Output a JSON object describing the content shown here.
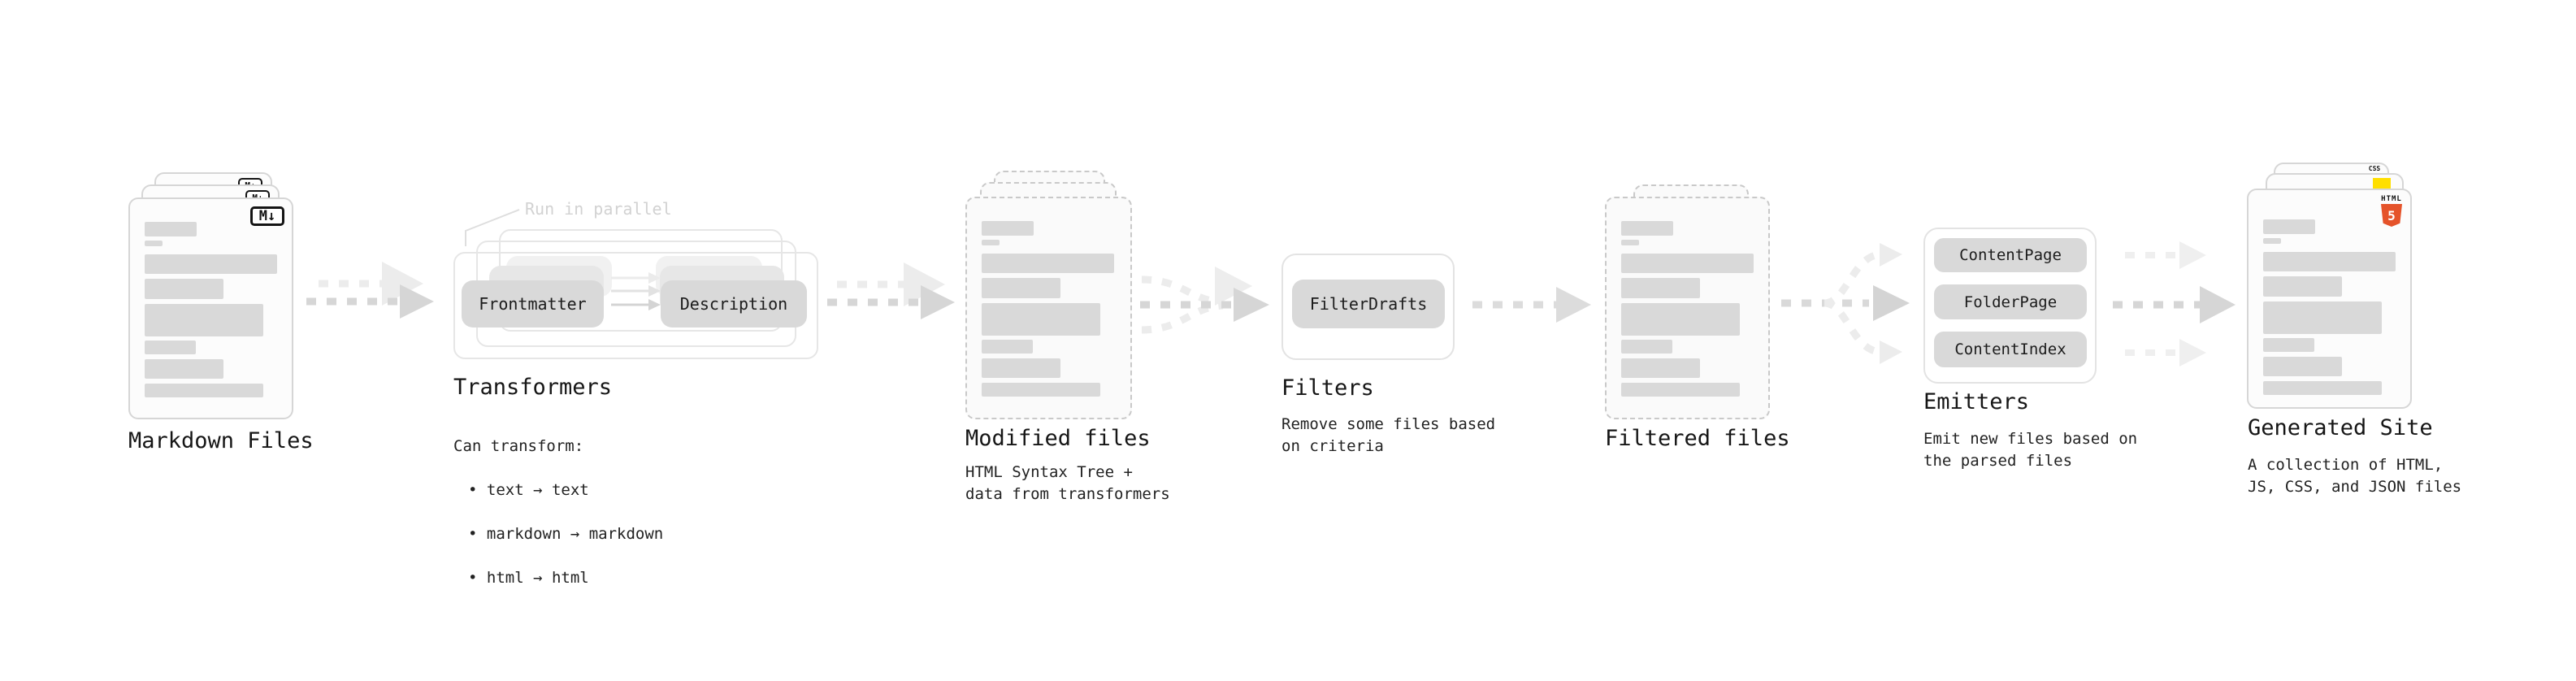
{
  "diagram": {
    "markdown_files": {
      "title": "Markdown Files",
      "badge": "M↓"
    },
    "transformers": {
      "title": "Transformers",
      "note": "Run in parallel",
      "pill_from": "Frontmatter",
      "pill_to": "Description",
      "subtitle": "Can transform:",
      "bullets": [
        "• text → text",
        "• markdown → markdown",
        "• html → html"
      ]
    },
    "modified_files": {
      "title": "Modified files",
      "subtitle": "HTML Syntax Tree +\ndata from transformers"
    },
    "filters": {
      "title": "Filters",
      "pill": "FilterDrafts",
      "subtitle": "Remove some files based\non criteria"
    },
    "filtered_files": {
      "title": "Filtered files"
    },
    "emitters": {
      "title": "Emitters",
      "pills": [
        "ContentPage",
        "FolderPage",
        "ContentIndex"
      ],
      "subtitle": "Emit new files based on\nthe parsed files"
    },
    "generated_site": {
      "title": "Generated Site",
      "subtitle": "A collection of HTML,\nJS, CSS, and JSON files",
      "css_badge": "CSS",
      "html_badge_word": "HTML",
      "html_badge_number": "5"
    },
    "colors": {
      "css_blue": "#2563eb",
      "js_yellow": "#ffdf00",
      "html_orange": "#e5532a"
    }
  }
}
